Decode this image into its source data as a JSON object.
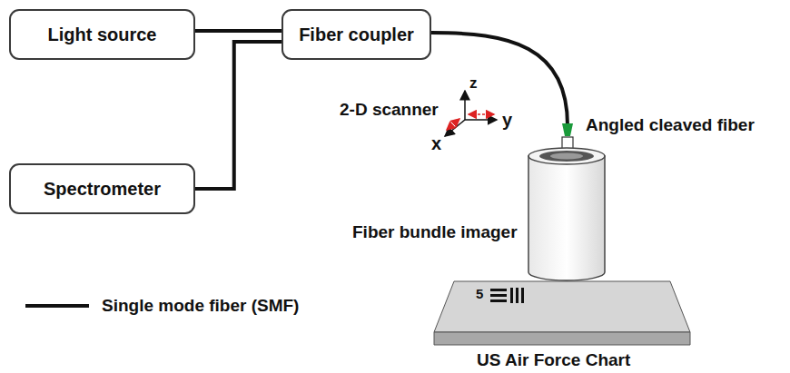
{
  "diagram": {
    "nodes": [
      {
        "text": [
          "Light source"
        ]
      },
      {
        "text": [
          "Fiber coupler"
        ]
      },
      {
        "text": [
          "Spectrometer"
        ]
      }
    ],
    "edges": [
      {
        "from": 0,
        "to": 1,
        "arrow": "none"
      },
      {
        "from": 2,
        "to": 1,
        "arrow": "none"
      }
    ],
    "labels": [
      "z",
      "2-D scanner",
      "y",
      "x",
      "Angled cleaved fiber",
      "Fiber bundle imager",
      "5",
      "US Air Force Chart"
    ],
    "legend": [
      {
        "text": "Single mode fiber (SMF)"
      }
    ]
  }
}
